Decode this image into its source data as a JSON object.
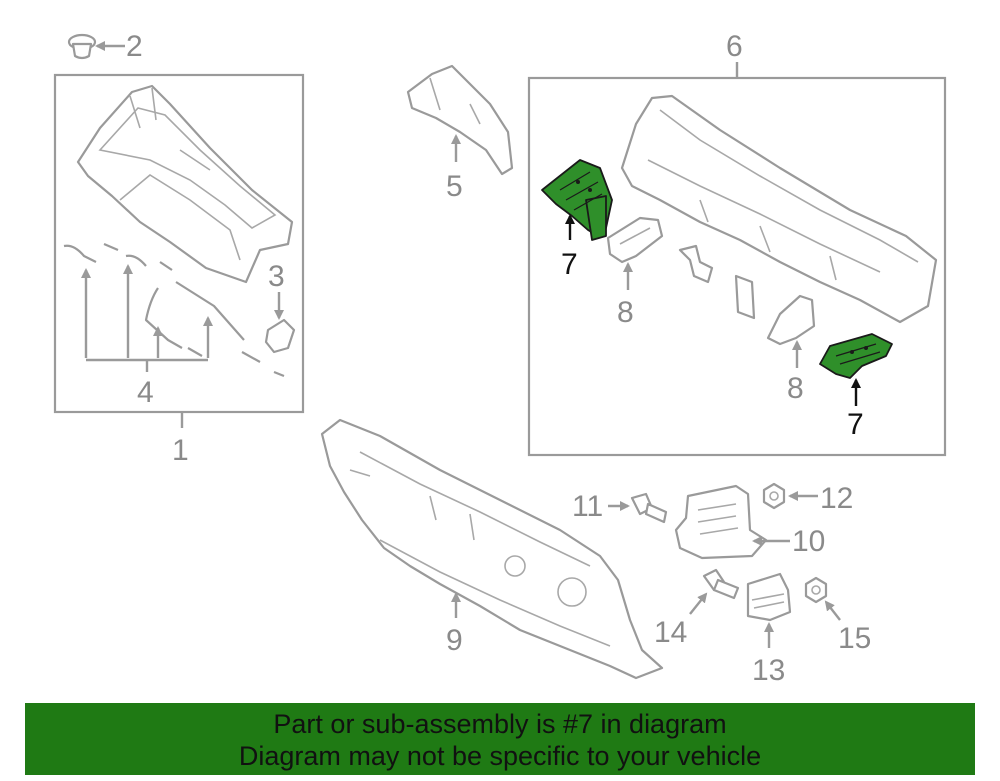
{
  "callouts": {
    "c1": "1",
    "c2": "2",
    "c3": "3",
    "c4": "4",
    "c5": "5",
    "c6": "6",
    "c7a": "7",
    "c7b": "7",
    "c8a": "8",
    "c8b": "8",
    "c9": "9",
    "c10": "10",
    "c11": "11",
    "c12": "12",
    "c13": "13",
    "c14": "14",
    "c15": "15"
  },
  "banner": {
    "line1": "Part or sub-assembly is #7 in diagram",
    "line2": "Diagram may not be specific to your vehicle"
  },
  "colors": {
    "highlight": "#2f8f2a",
    "banner": "#1f7a14",
    "line": "#9a9a9a"
  }
}
